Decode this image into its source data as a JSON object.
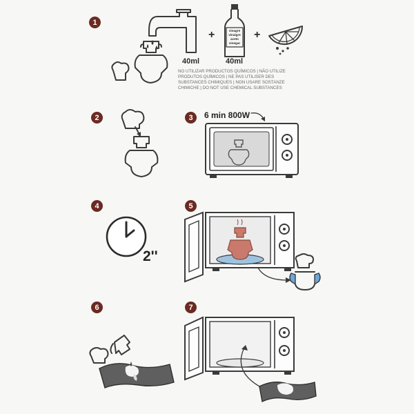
{
  "steps": [
    {
      "number": "1"
    },
    {
      "number": "2"
    },
    {
      "number": "3",
      "heading": "6 min 800W"
    },
    {
      "number": "4",
      "time_label": "2''"
    },
    {
      "number": "5"
    },
    {
      "number": "6"
    },
    {
      "number": "7"
    }
  ],
  "step1": {
    "water_amount": "40ml",
    "vinegar_amount": "40ml",
    "plus_sign": "+",
    "bottle_label": [
      "vinagre",
      "vinaigre",
      "aceto",
      "vinegar"
    ],
    "warning_text": "NO UTILIZAR PRODUCTOS QUÍMICOS | NÃO UTILIZE PRODUTOS QUÍMICOS | NE PAS UTILISER DES SUBSTANCES CHIMIQUES | NON USARE SOSTANZE CHIMICHE | DO NOT USE CHEMICAL SUBSTANCES"
  },
  "colors": {
    "step_badge": "#6b2a22",
    "line_art": "#3a3a3a",
    "hot_cleaner": "#c97a6c",
    "cool_cleaner": "#6ea6d6",
    "plate": "#9ec3e0",
    "cloth": "#5f5f5f"
  },
  "icons": [
    "faucet-icon",
    "vinegar-bottle-icon",
    "lemon-slice-icon",
    "cleaner-figure-icon",
    "microwave-icon",
    "clock-icon",
    "cloth-icon"
  ]
}
